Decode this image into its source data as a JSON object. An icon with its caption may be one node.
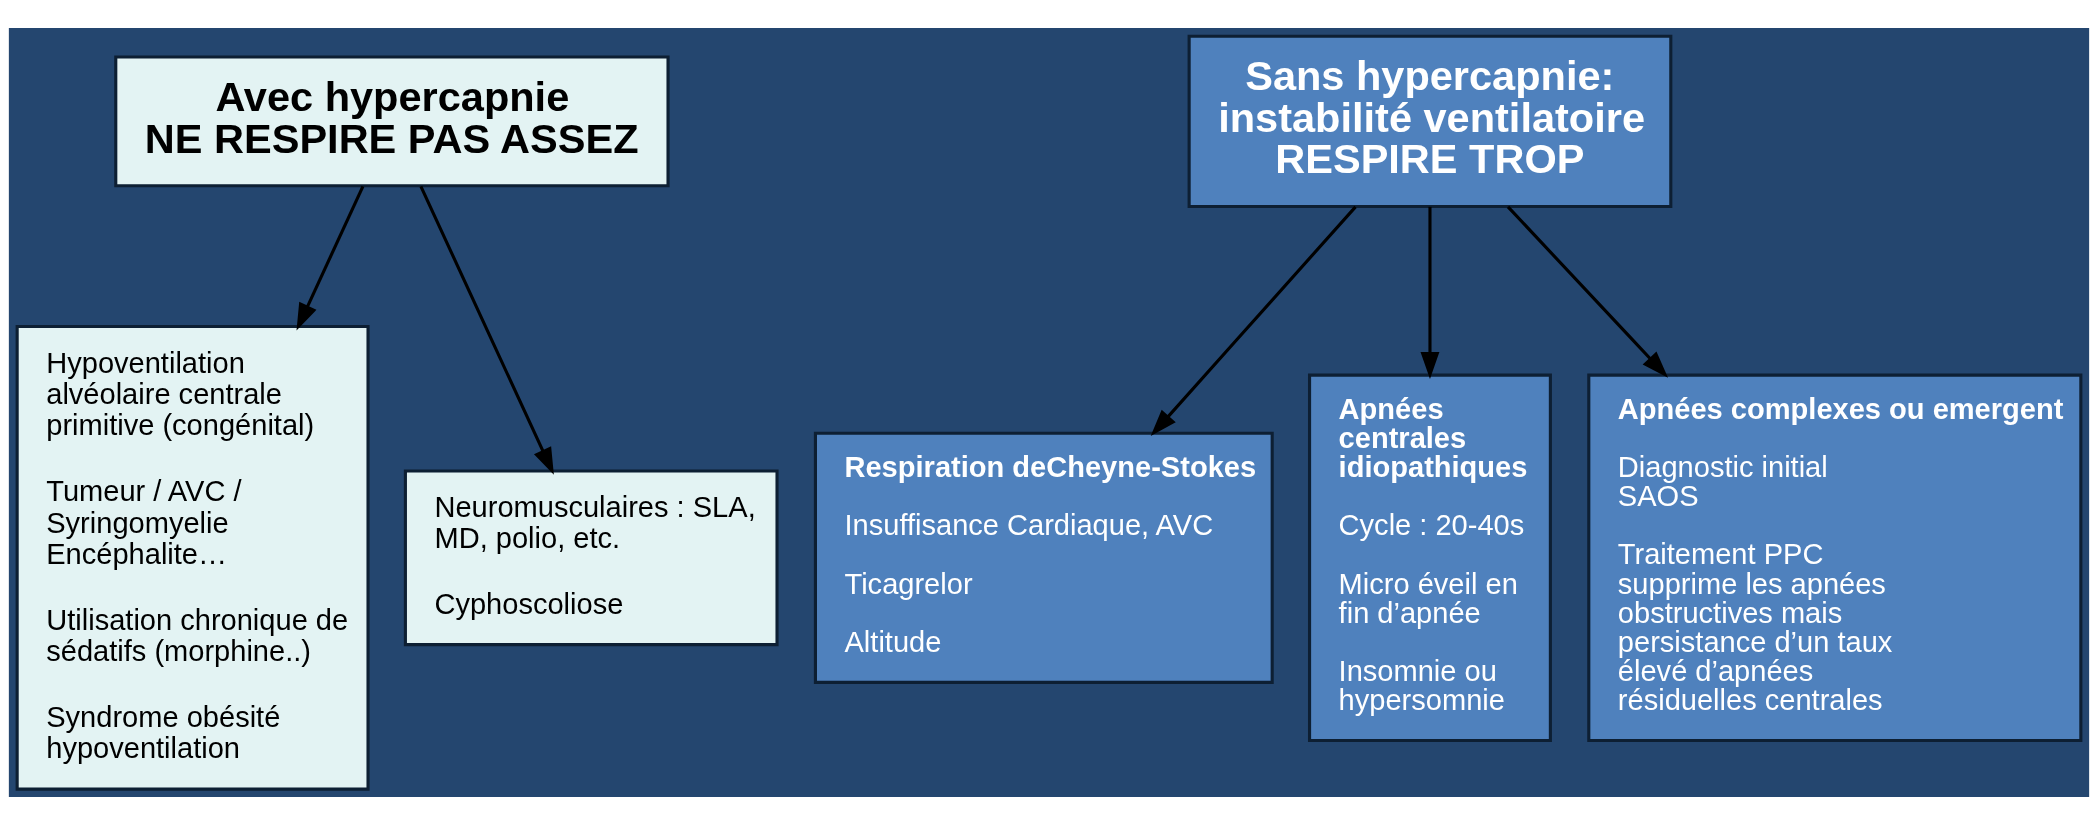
{
  "diagram": {
    "nodes": [
      {
        "text": [
          "Avec hypercapnie",
          "NE RESPIRE PAS ASSEZ"
        ]
      },
      {
        "text": [
          "Hypoventilation alvéolaire centrale primitive (congénital)",
          "Tumeur / AVC / Syringomyelie Encéphalite…",
          "Utilisation chronique de sédatifs (morphine..)",
          "Syndrome obésité hypoventilation"
        ]
      },
      {
        "text": [
          "Neuromusculaires : SLA, MD, polio, etc.",
          "Cyphoscoliose"
        ]
      },
      {
        "text": [
          "Sans hypercapnie:",
          "instabilité ventilatoire",
          "RESPIRE TROP"
        ]
      },
      {
        "text": [
          "Respiration deCheyne-Stokes",
          "Insuffisance Cardiaque, AVC",
          "Ticagrelor",
          "Altitude"
        ]
      },
      {
        "text": [
          "Apnées centrales idiopathiques",
          "Cycle : 20-40s",
          "Micro éveil en fin d’apnée",
          "Insomnie ou hypersomnie"
        ]
      },
      {
        "text": [
          "Apnées complexes ou emergent",
          "Diagnostic initial SAOS",
          "Traitement PPC supprime les apnées obstructives mais persistance d’un taux élevé d’apnées résiduelles centrales"
        ]
      }
    ],
    "edges": [
      {
        "from": 0,
        "to": 1,
        "arrow": "to"
      },
      {
        "from": 0,
        "to": 2,
        "arrow": "to"
      },
      {
        "from": 3,
        "to": 4,
        "arrow": "to"
      },
      {
        "from": 3,
        "to": 5,
        "arrow": "to"
      },
      {
        "from": 3,
        "to": 6,
        "arrow": "to"
      }
    ]
  }
}
